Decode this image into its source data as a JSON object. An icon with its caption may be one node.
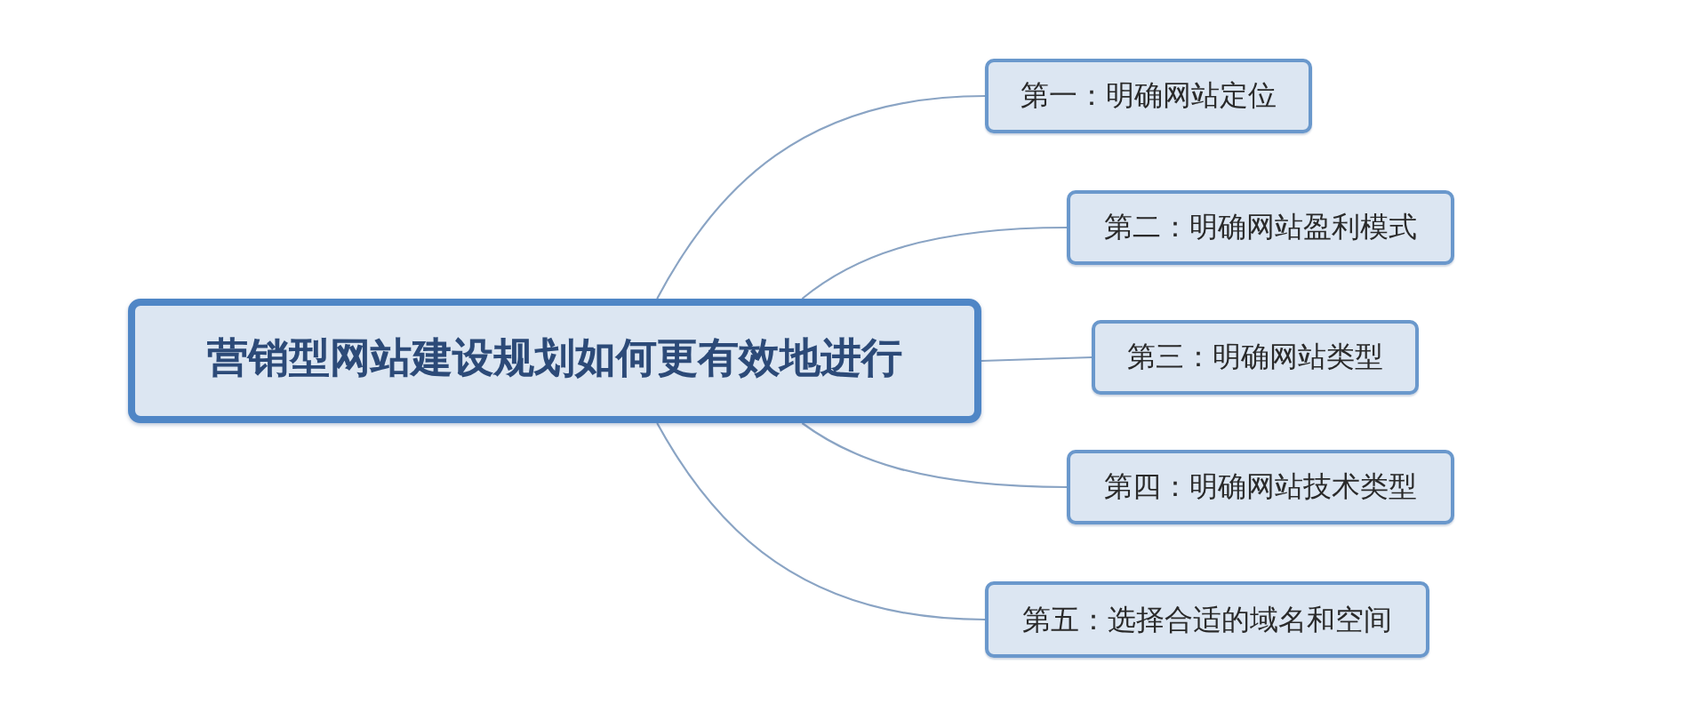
{
  "diagram": {
    "nodes": [
      {
        "text": [
          "营销型网站建设规划如何更有效地进行"
        ]
      },
      {
        "text": [
          "第一：明确网站定位"
        ]
      },
      {
        "text": [
          "第二：明确网站盈利模式"
        ]
      },
      {
        "text": [
          "第三：明确网站类型"
        ]
      },
      {
        "text": [
          "第四：明确网站技术类型"
        ]
      },
      {
        "text": [
          "第五：选择合适的域名和空间"
        ]
      }
    ],
    "edges": [
      {
        "from": 0,
        "to": 1,
        "arrow": "none"
      },
      {
        "from": 0,
        "to": 2,
        "arrow": "none"
      },
      {
        "from": 0,
        "to": 3,
        "arrow": "none"
      },
      {
        "from": 0,
        "to": 4,
        "arrow": "none"
      },
      {
        "from": 0,
        "to": 5,
        "arrow": "none"
      }
    ]
  }
}
